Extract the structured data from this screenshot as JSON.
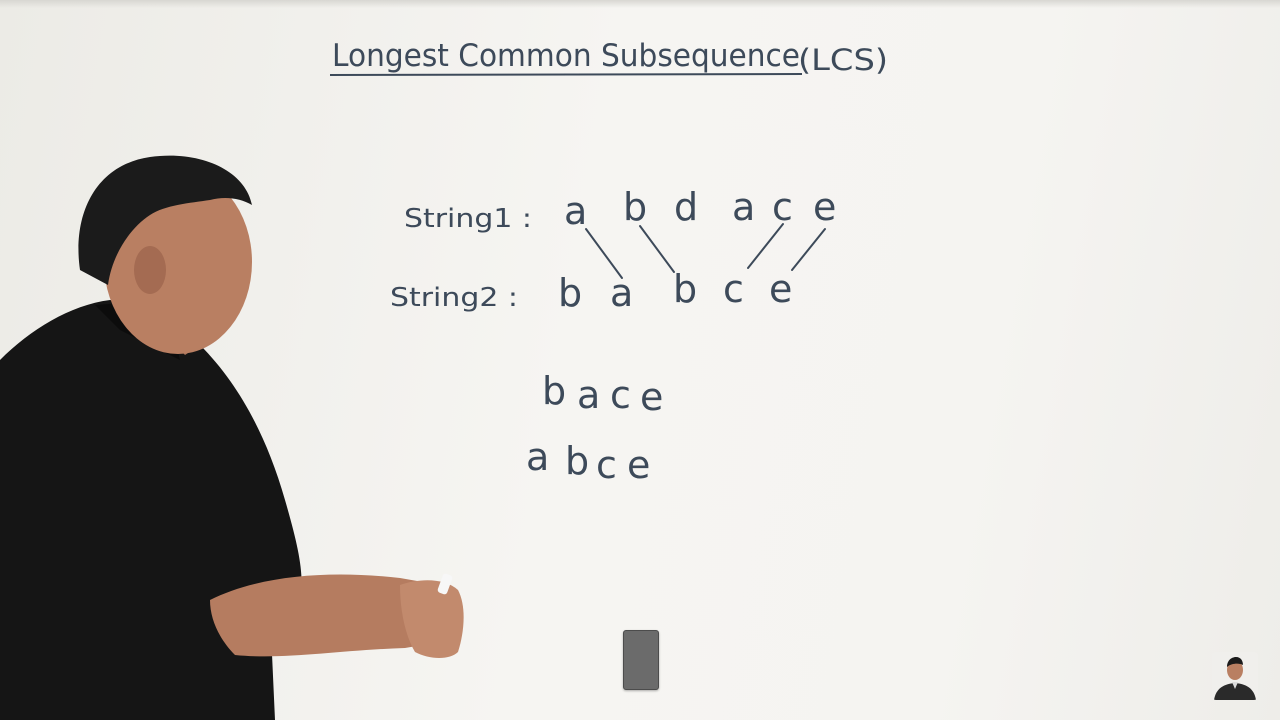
{
  "board": {
    "title": "Longest Common Subsequence",
    "title_abbrev": "(LCS)",
    "string1_label": "String1 :",
    "string1_chars": [
      "a",
      "b",
      "d",
      "a",
      "c",
      "e"
    ],
    "string2_label": "String2 :",
    "string2_chars": [
      "b",
      "a",
      "b",
      "c",
      "e"
    ],
    "subsequence_1": [
      "b",
      "a",
      "c",
      "e"
    ],
    "subsequence_2": [
      "a",
      "b",
      "c",
      "e"
    ]
  },
  "colors": {
    "marker": "#3d4a5a",
    "board": "#f4f3ef",
    "shirt": "#151515",
    "skin": "#b97f62"
  },
  "icons": {
    "scrub_handle": "video-scrub-handle-icon",
    "channel_logo": "presenter-avatar-icon"
  }
}
